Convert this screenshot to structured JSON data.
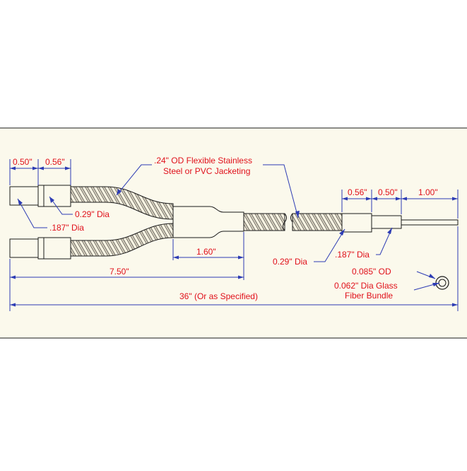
{
  "colors": {
    "panel_background": "#fbf9ec",
    "page_background": "#ffffff",
    "label_text": "#e0101a",
    "dimension_line": "#2d3cb4",
    "outline": "#1a1a1a"
  },
  "labels": {
    "dim_050_left": "0.50\"",
    "dim_056_left": "0.56\"",
    "jacket_note_line1": ".24\" OD Flexible Stainless",
    "jacket_note_line2": "Steel or PVC Jacketing",
    "ferrule_029_left": "0.29\" Dia",
    "ferrule_187_left": ".187\" Dia",
    "dim_160": "1.60\"",
    "dim_750": "7.50\"",
    "dim_total": "36\" (Or as Specified)",
    "dim_056_right": "0.56\"",
    "dim_050_right": "0.50\"",
    "dim_100_right": "1.00\"",
    "ferrule_029_right": "0.29\" Dia",
    "ferrule_187_right": ".187\" Dia",
    "od_085": "0.085\" OD",
    "bundle_line1": "0.062\" Dia Glass",
    "bundle_line2": "Fiber Bundle"
  }
}
